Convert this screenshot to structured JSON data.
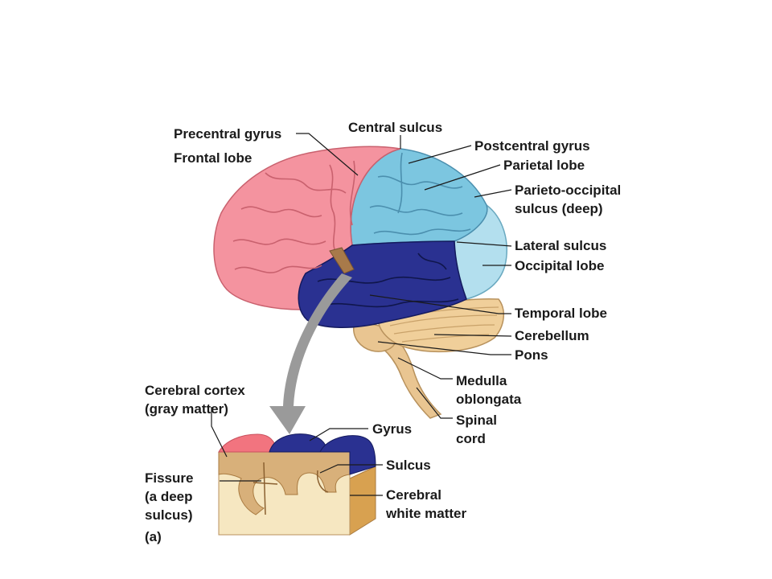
{
  "colors": {
    "frontal": "#f4939f",
    "parietal": "#7cc6e0",
    "occipital": "#b3dfee",
    "temporal": "#2a3191",
    "cerebellum": "#f0cf9a",
    "brainstem": "#e9c591",
    "gray_matter": "#d8b07a",
    "white_matter": "#f6e7c1",
    "arrow": "#9a9a9a"
  },
  "labels": {
    "precentral_gyrus": "Precentral gyrus",
    "frontal_lobe": "Frontal lobe",
    "central_sulcus": "Central sulcus",
    "postcentral_gyrus": "Postcentral gyrus",
    "parietal_lobe": "Parietal lobe",
    "parieto_occipital_1": "Parieto-occipital",
    "parieto_occipital_2": "sulcus (deep)",
    "lateral_sulcus": "Lateral sulcus",
    "occipital_lobe": "Occipital lobe",
    "temporal_lobe": "Temporal lobe",
    "cerebellum": "Cerebellum",
    "pons": "Pons",
    "medulla_1": "Medulla",
    "medulla_2": "oblongata",
    "spinal_1": "Spinal",
    "spinal_2": "cord",
    "cortex_1": "Cerebral cortex",
    "cortex_2": "(gray matter)",
    "gyrus": "Gyrus",
    "sulcus": "Sulcus",
    "fissure_1": "Fissure",
    "fissure_2": "(a deep",
    "fissure_3": "sulcus)",
    "white_1": "Cerebral",
    "white_2": "white matter",
    "panel": "(a)"
  }
}
